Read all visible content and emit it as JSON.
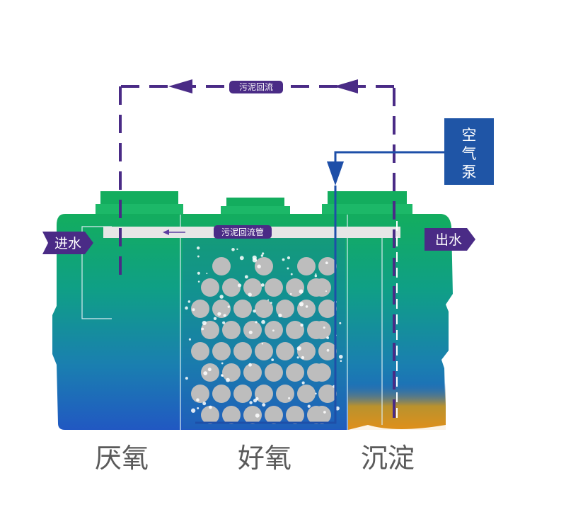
{
  "labels": {
    "sludge_return": "污泥回流",
    "sludge_return_pipe": "污泥回流管",
    "air_pump": [
      "空",
      "气",
      "泵"
    ],
    "inlet": "进水",
    "outlet": "出水",
    "zones": [
      "厌氧",
      "好氧",
      "沉淀"
    ]
  },
  "colors": {
    "return_line": "#4a2b86",
    "tag_bg": "#4a2b86",
    "air_line": "#1e4fa8",
    "pump_bg": "#1f55a6",
    "tank_top": "#13ad5e",
    "tank_bottom": "#2057c0",
    "sludge": "#d8921a",
    "pipe": "#e6e6e6",
    "media": "#bdbdbd",
    "zone_text": "#5a5a5a"
  }
}
